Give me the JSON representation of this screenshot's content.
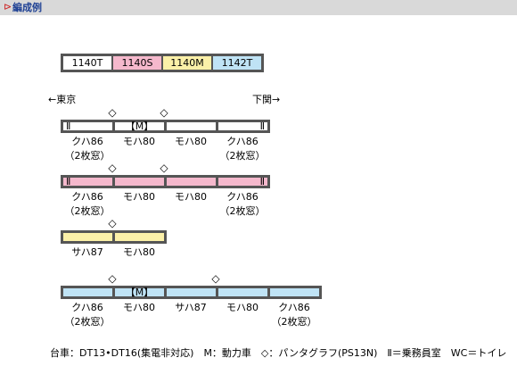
{
  "header": {
    "mark": "⊳",
    "title": "編成例"
  },
  "legend": [
    {
      "label": "1140T",
      "color": "#ffffff"
    },
    {
      "label": "1140S",
      "color": "#f5b8cc"
    },
    {
      "label": "1140M",
      "color": "#fbf0a8"
    },
    {
      "label": "1142T",
      "color": "#bfe3f5"
    }
  ],
  "directions": {
    "left": "←東京",
    "right": "下関→"
  },
  "trains": [
    {
      "color": "#ffffff",
      "cars": [
        {
          "mark": "Ⅱ",
          "mark_align": "left",
          "panto": false,
          "name": "クハ86",
          "sub": "（2枚窓）"
        },
        {
          "mark": "【M】",
          "mark_align": "center",
          "panto": true,
          "name": "モハ80",
          "sub": ""
        },
        {
          "mark": "",
          "mark_align": "center",
          "panto": true,
          "name": "モハ80",
          "sub": ""
        },
        {
          "mark": "Ⅱ",
          "mark_align": "right",
          "panto": false,
          "name": "クハ86",
          "sub": "（2枚窓）"
        }
      ]
    },
    {
      "color": "#f5b8cc",
      "cars": [
        {
          "mark": "Ⅱ",
          "mark_align": "left",
          "panto": false,
          "name": "クハ86",
          "sub": "（2枚窓）"
        },
        {
          "mark": "",
          "mark_align": "center",
          "panto": true,
          "name": "モハ80",
          "sub": ""
        },
        {
          "mark": "",
          "mark_align": "center",
          "panto": true,
          "name": "モハ80",
          "sub": ""
        },
        {
          "mark": "Ⅱ",
          "mark_align": "right",
          "panto": false,
          "name": "クハ86",
          "sub": "（2枚窓）"
        }
      ]
    },
    {
      "color": "#fbf0a8",
      "cars": [
        {
          "mark": "",
          "mark_align": "center",
          "panto": false,
          "name": "サハ87",
          "sub": ""
        },
        {
          "mark": "",
          "mark_align": "center",
          "panto": true,
          "name": "モハ80",
          "sub": ""
        }
      ]
    },
    {
      "color": "#bfe3f5",
      "cars": [
        {
          "mark": "",
          "mark_align": "center",
          "panto": false,
          "name": "クハ86",
          "sub": "（2枚窓）"
        },
        {
          "mark": "【M】",
          "mark_align": "center",
          "panto": true,
          "name": "モハ80",
          "sub": ""
        },
        {
          "mark": "",
          "mark_align": "center",
          "panto": false,
          "name": "サハ87",
          "sub": ""
        },
        {
          "mark": "",
          "mark_align": "center",
          "panto": true,
          "name": "モハ80",
          "sub": ""
        },
        {
          "mark": "",
          "mark_align": "center",
          "panto": false,
          "name": "クハ86",
          "sub": "（2枚窓）"
        }
      ]
    }
  ],
  "panto_symbol": "◇",
  "footer": "台車：DT13•DT16(集電非対応)　M：動力車　◇：パンタグラフ(PS13N)　Ⅱ＝乗務員室　WC＝トイレ"
}
